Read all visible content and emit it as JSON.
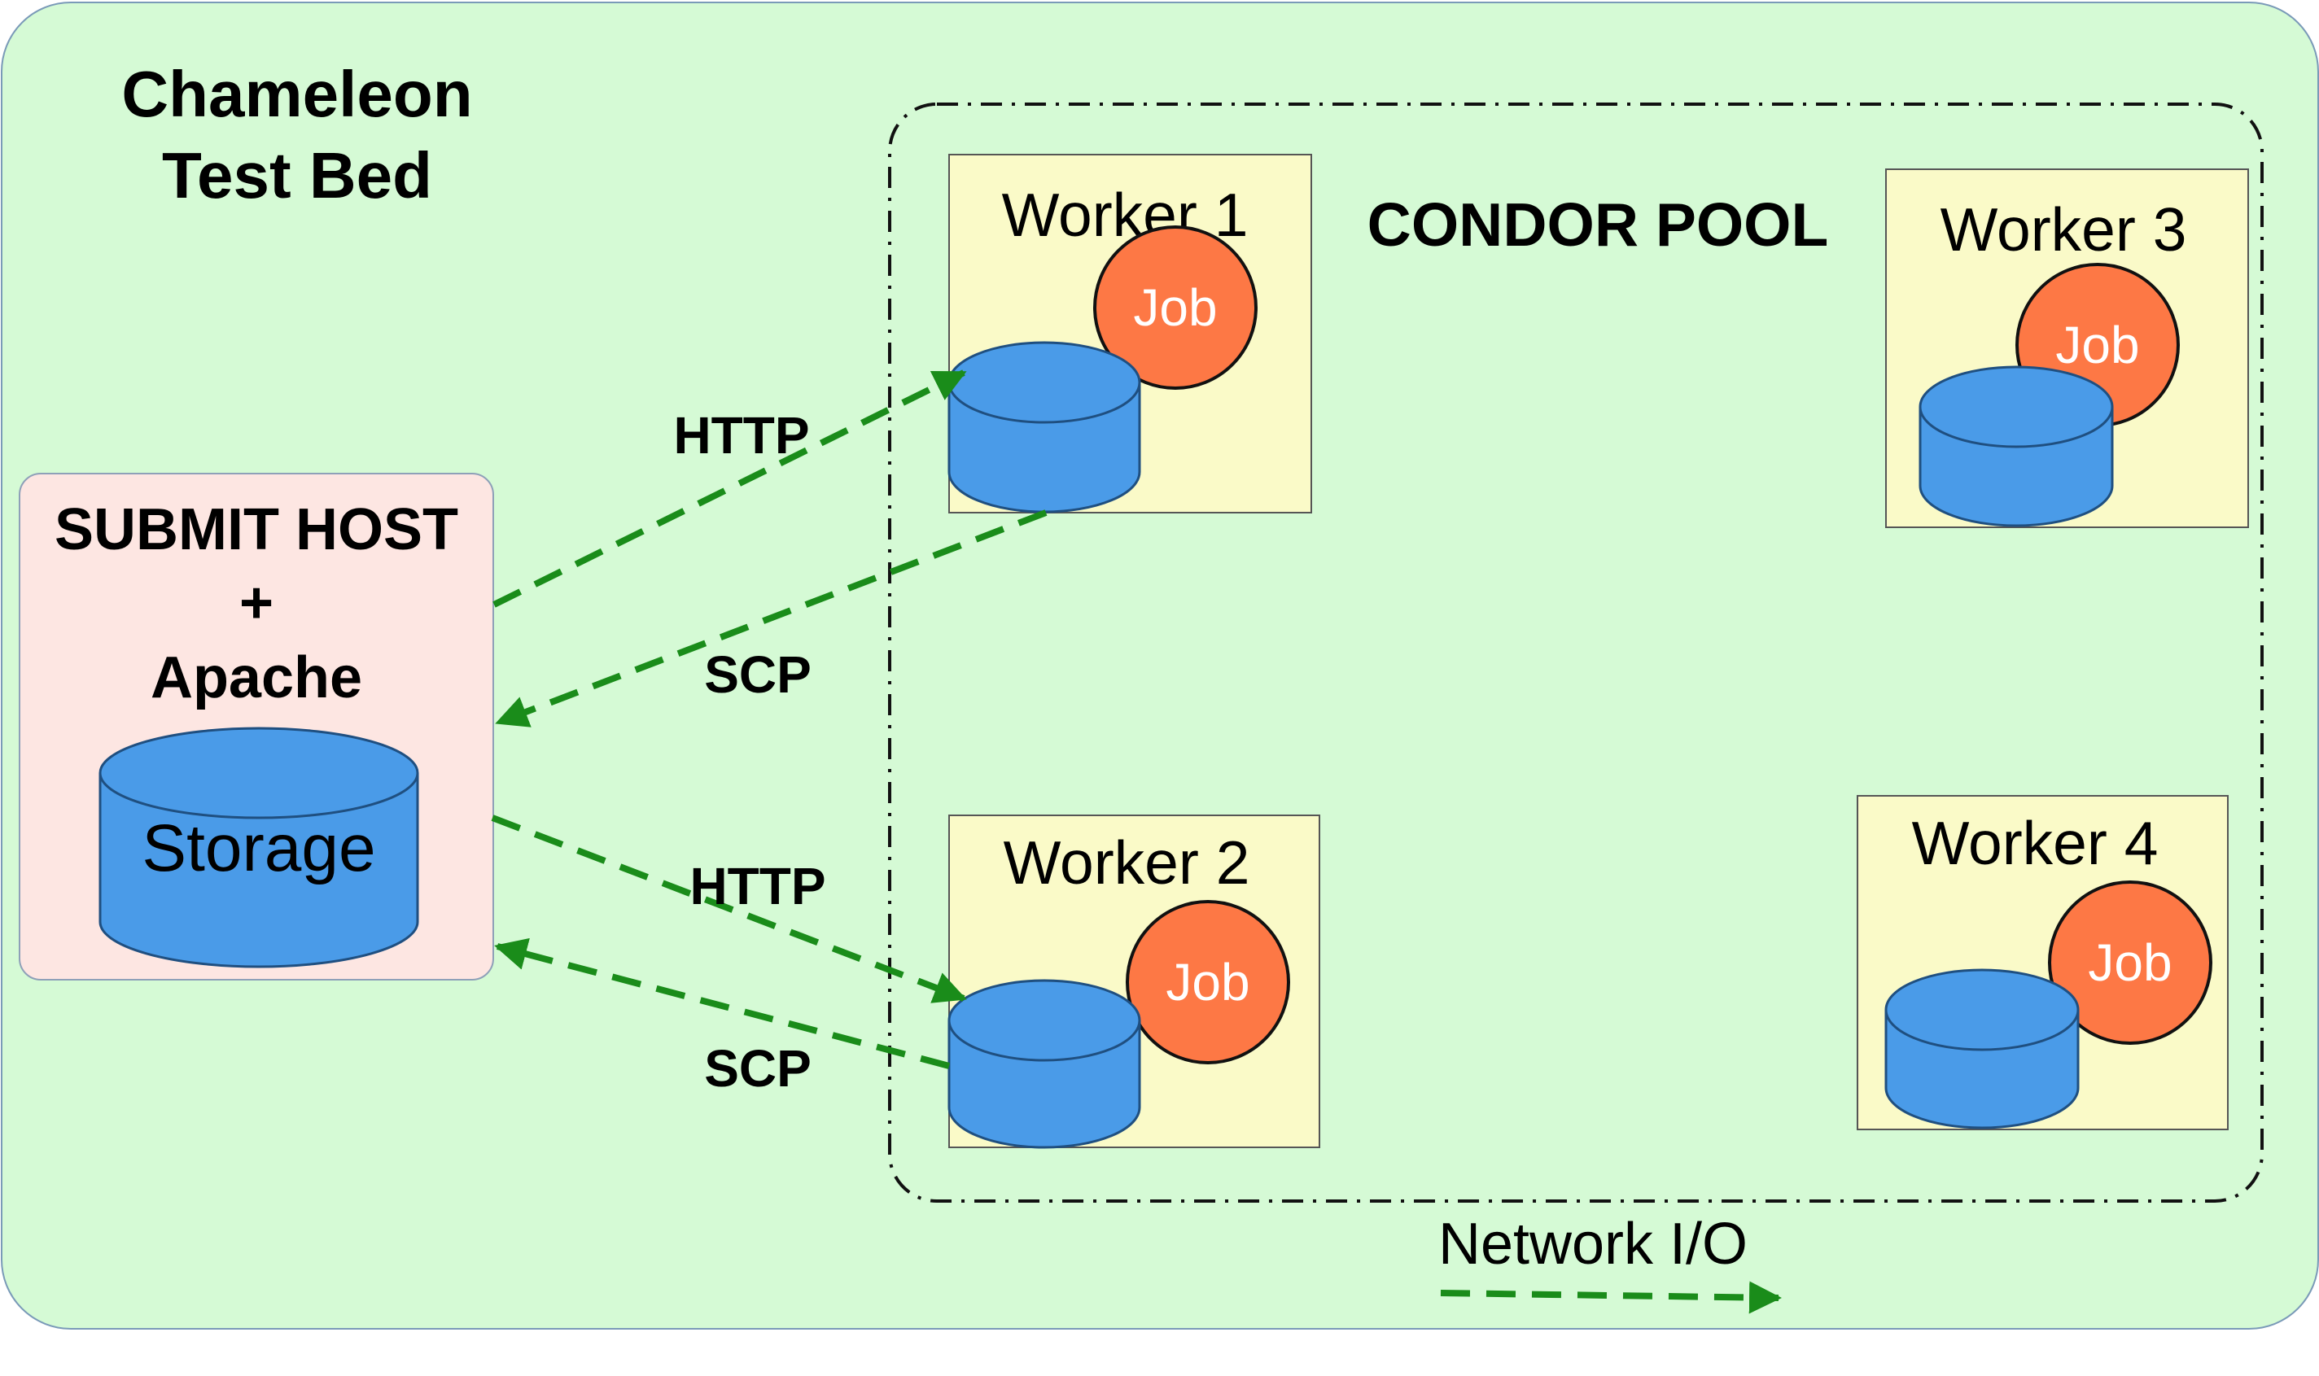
{
  "testbed": {
    "title_line1": "Chameleon",
    "title_line2": "Test Bed"
  },
  "submit_host": {
    "title_line1": "SUBMIT HOST",
    "title_line2": "+",
    "title_line3": "Apache",
    "storage_label": "Storage"
  },
  "pool": {
    "title": "CONDOR POOL"
  },
  "workers": [
    {
      "label": "Worker 1",
      "job_label": "Job"
    },
    {
      "label": "Worker 2",
      "job_label": "Job"
    },
    {
      "label": "Worker 3",
      "job_label": "Job"
    },
    {
      "label": "Worker 4",
      "job_label": "Job"
    }
  ],
  "connections": {
    "http_top": "HTTP",
    "scp_top": "SCP",
    "http_bottom": "HTTP",
    "scp_bottom": "SCP"
  },
  "legend": {
    "label": "Network I/O"
  },
  "colors": {
    "testbed_fill": "#d5fad5",
    "submit_fill": "#fde6e2",
    "worker_fill": "#fafac8",
    "storage_fill": "#4a9be8",
    "job_fill": "#fd7845",
    "arrow": "#1a8c1a"
  }
}
